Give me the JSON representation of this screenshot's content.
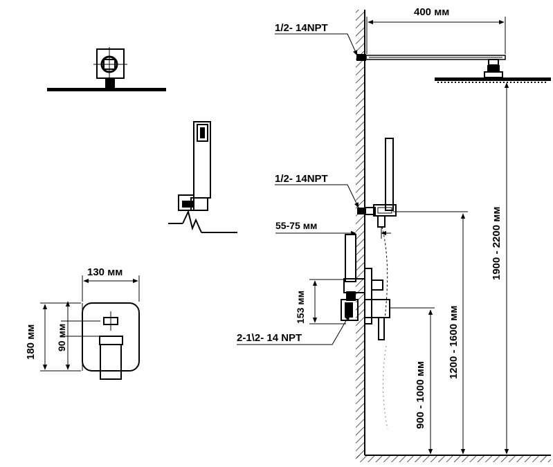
{
  "labels": {
    "width_top": "400 мм",
    "thread_top": "1/2- 14NPT",
    "thread_mid": "1/2- 14NPT",
    "depth": "55-75 мм",
    "height_shower": "1900 - 2200 мм",
    "height_holder": "1200 - 1600 мм",
    "height_mixer": "900 - 1000 мм",
    "valve_height": "153 мм",
    "thread_valve": "2-1\\2- 14 NPT",
    "plate_width": "130 мм",
    "plate_height": "180 мм",
    "plate_inner": "90 мм"
  }
}
